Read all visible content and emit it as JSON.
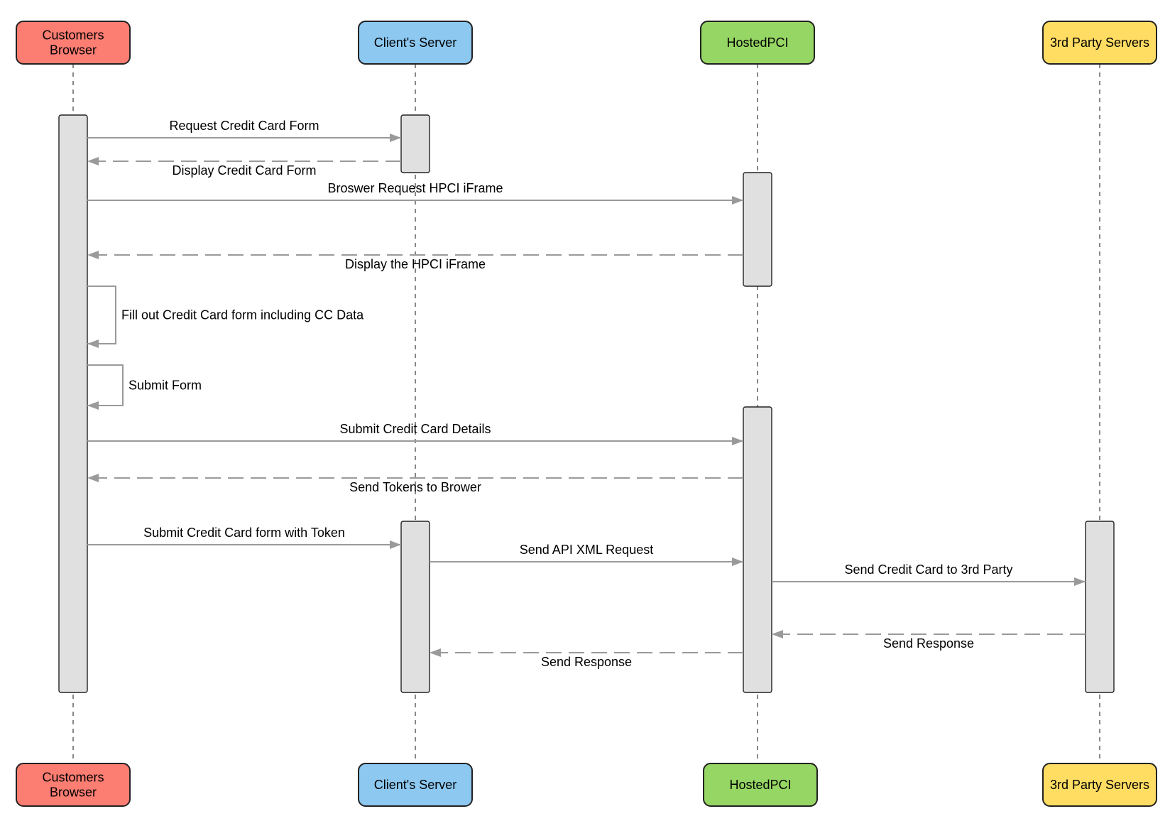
{
  "participants": [
    {
      "id": "browser",
      "lines": [
        "Customers",
        "Browser"
      ],
      "color": "#fc7d72"
    },
    {
      "id": "client",
      "lines": [
        "Client's Server"
      ],
      "color": "#8cc8f0"
    },
    {
      "id": "hpci",
      "lines": [
        "HostedPCI"
      ],
      "color": "#96d664"
    },
    {
      "id": "third",
      "lines": [
        "3rd Party Servers"
      ],
      "color": "#ffdc62"
    }
  ],
  "messages": [
    {
      "from": "browser",
      "to": "client",
      "label": "Request Credit Card Form",
      "style": "solid"
    },
    {
      "from": "client",
      "to": "browser",
      "label": "Display Credit Card Form",
      "style": "dashed"
    },
    {
      "from": "browser",
      "to": "hpci",
      "label": "Broswer Request HPCI iFrame",
      "style": "solid"
    },
    {
      "from": "hpci",
      "to": "browser",
      "label": "Display the HPCI iFrame",
      "style": "dashed"
    },
    {
      "from": "browser",
      "to": "browser",
      "label": "Fill out Credit Card form including CC Data",
      "style": "self"
    },
    {
      "from": "browser",
      "to": "browser",
      "label": "Submit Form",
      "style": "self"
    },
    {
      "from": "browser",
      "to": "hpci",
      "label": "Submit Credit Card Details",
      "style": "solid"
    },
    {
      "from": "hpci",
      "to": "browser",
      "label": "Send Tokens to Brower",
      "style": "dashed"
    },
    {
      "from": "browser",
      "to": "client",
      "label": "Submit Credit Card form with Token",
      "style": "solid"
    },
    {
      "from": "client",
      "to": "hpci",
      "label": "Send API XML Request",
      "style": "solid"
    },
    {
      "from": "hpci",
      "to": "third",
      "label": "Send Credit Card to 3rd Party",
      "style": "solid"
    },
    {
      "from": "third",
      "to": "hpci",
      "label": "Send Response",
      "style": "dashed"
    },
    {
      "from": "hpci",
      "to": "client",
      "label": "Send Response",
      "style": "dashed"
    }
  ],
  "colors": {
    "lifeline": "#6b6b6b",
    "arrow": "#9a9a9a",
    "activation": "#e0e0e0",
    "border": "#222222"
  }
}
